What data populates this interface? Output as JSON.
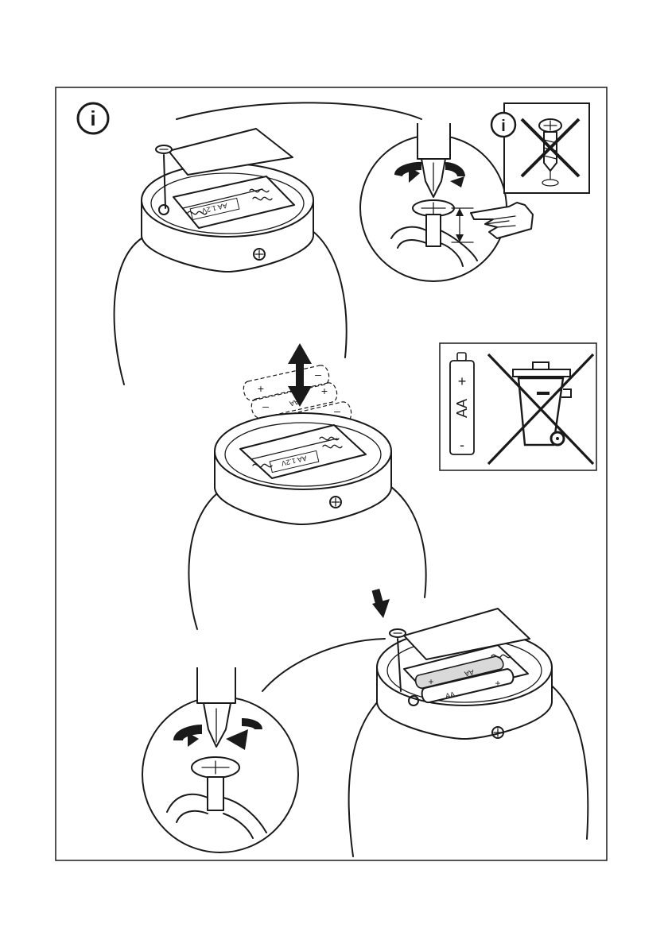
{
  "notes": {
    "info_glyph": "i"
  },
  "battery_symbol": {
    "type_label": "AA",
    "plus": "+",
    "minus": "-"
  },
  "compartment": {
    "label_top": "AA 1.2V",
    "label_mid": "AA 1.2V"
  },
  "batteries": {
    "cell_label": "AA",
    "plus": "+",
    "minus": "–"
  },
  "colors": {
    "ink": "#1a1a1a",
    "paper": "#ffffff",
    "shade": "#d9d9d9"
  }
}
